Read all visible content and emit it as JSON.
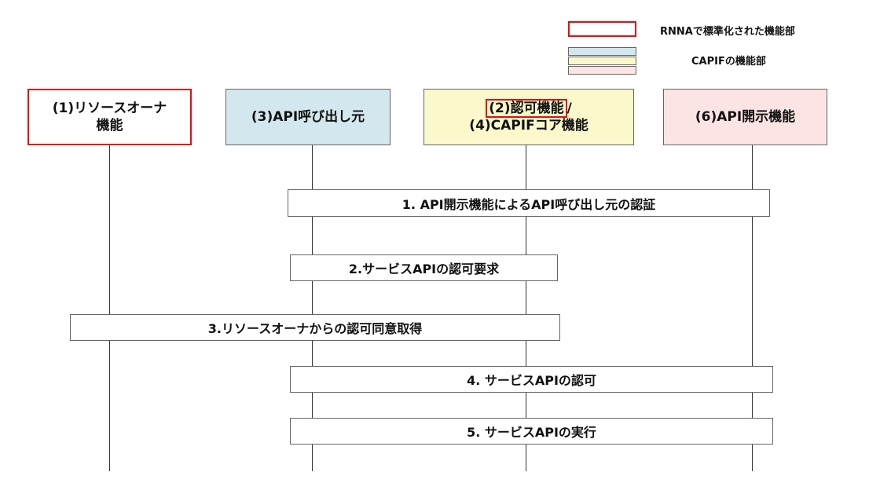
{
  "colors": {
    "rnna_border": "#e01010",
    "consumer_fill": "#d2e8ee",
    "core_fill": "#fbf8cc",
    "exposer_fill": "#fce4e4",
    "line": "#333333"
  },
  "legend": {
    "rnna_label": "RNNAで標準化された機能部",
    "capif_label": "CAPIFの機能部"
  },
  "actors": {
    "owner": {
      "line1": "(1)リソースオーナ",
      "line2": "機能"
    },
    "invoker": {
      "label": "(3)API呼び出し元"
    },
    "core": {
      "line1_boxed": "(2)認可機能",
      "line1_suffix": "/",
      "line2": "(4)CAPIFコア機能"
    },
    "exposer": {
      "label": "(6)API開示機能"
    }
  },
  "steps": [
    {
      "label": "1. API開示機能によるAPI呼び出し元の認証"
    },
    {
      "label": "2.サービスAPIの認可要求"
    },
    {
      "label": "3.リソースオーナからの認可同意取得"
    },
    {
      "label": "4. サービスAPIの認可"
    },
    {
      "label": "5. サービスAPIの実行"
    }
  ]
}
